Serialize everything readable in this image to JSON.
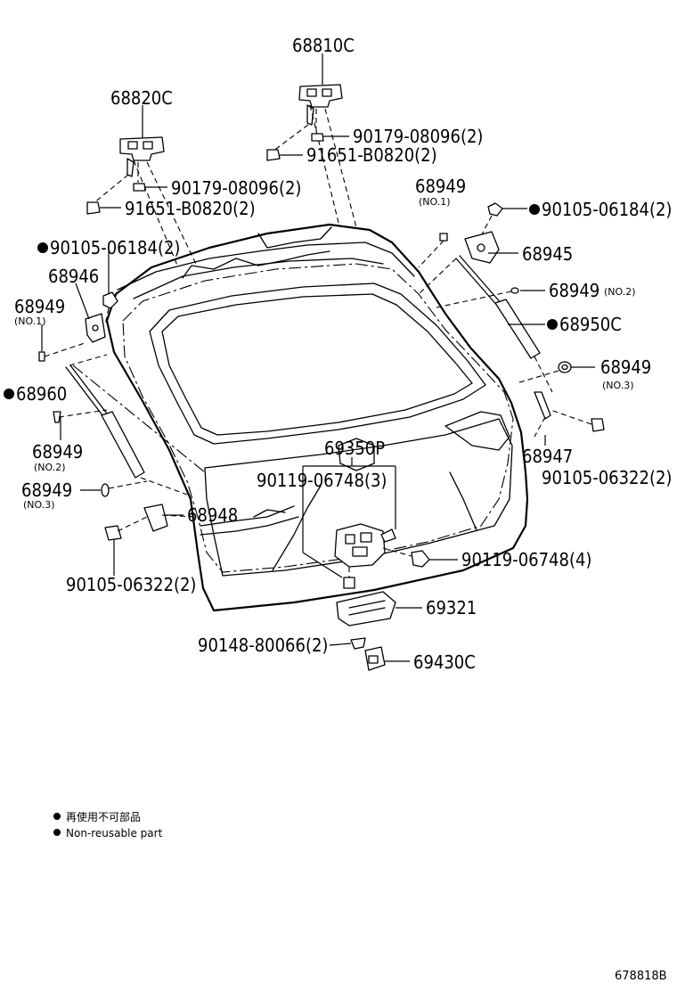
{
  "labels": {
    "p68810C": "68810C",
    "p68820C": "68820C",
    "p90179_top": "90179-08096(2)",
    "p91651_top": "91651-B0820(2)",
    "p90179_left": "90179-08096(2)",
    "p91651_left": "91651-B0820(2)",
    "p68949_no1_top": "68949",
    "p68949_no1_top_sub": "(NO.1)",
    "p90105_06184_right": "90105-06184(2)",
    "p90105_06184_left": "90105-06184(2)",
    "p68945": "68945",
    "p68946": "68946",
    "p68949_no2_right": "68949",
    "p68949_no2_right_sub": "(NO.2)",
    "p68949_no1_left": "68949",
    "p68949_no1_left_sub": "(NO.1)",
    "p68950C": "68950C",
    "p68960": "68960",
    "p68949_no3_right": "68949",
    "p68949_no3_right_sub": "(NO.3)",
    "p68949_no2_left": "68949",
    "p68949_no2_left_sub": "(NO.2)",
    "p69350P": "69350P",
    "p68947": "68947",
    "p90119_3": "90119-06748(3)",
    "p90105_06322_right": "90105-06322(2)",
    "p68949_no3_left": "68949",
    "p68949_no3_left_sub": "(NO.3)",
    "p68948": "68948",
    "p90119_4": "90119-06748(4)",
    "p90105_06322_left": "90105-06322(2)",
    "p69321": "69321",
    "p90148": "90148-80066(2)",
    "p69430C": "69430C"
  },
  "legend": {
    "line1": "再使用不可部品",
    "line2": "Non-reusable part"
  },
  "drawing_code": "678818B"
}
